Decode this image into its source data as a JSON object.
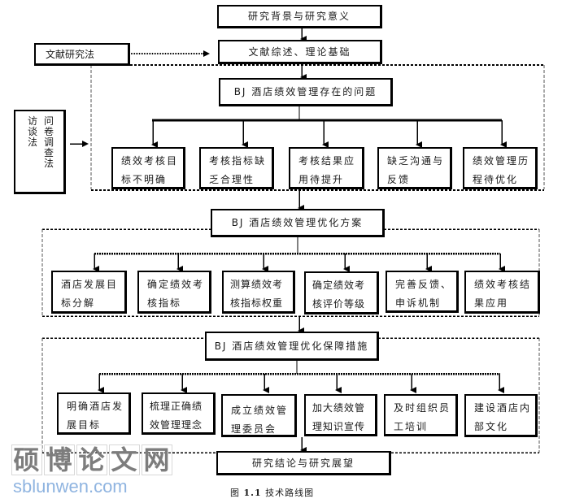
{
  "diagram": {
    "top_nodes": {
      "background": "研究背景与研究意义",
      "literature_review": "文献综述、理论基础"
    },
    "methods": {
      "literature_method": "文献研究法",
      "interview_method": "访谈法",
      "questionnaire_method": "问卷调查法"
    },
    "problems": {
      "title": "BJ 酒店绩效管理存在的问题",
      "items": [
        {
          "line1": "绩效考核目",
          "line2": "标不明确"
        },
        {
          "line1": "考核指标缺",
          "line2": "乏合理性"
        },
        {
          "line1": "考核结果应",
          "line2": "用待提升"
        },
        {
          "line1": "缺乏沟通与",
          "line2": "反馈"
        },
        {
          "line1": "绩效管理历",
          "line2": "程待优化"
        }
      ]
    },
    "optimization": {
      "title": "BJ 酒店绩效管理优化方案",
      "items": [
        {
          "line1": "酒店发展目",
          "line2": "标分解"
        },
        {
          "line1": "确定绩效考",
          "line2": "核指标"
        },
        {
          "line1": "测算绩效考",
          "line2": "核指标权重"
        },
        {
          "line1": "确定绩效考",
          "line2": "核评价等级"
        },
        {
          "line1": "完善反馈、",
          "line2": "申诉机制"
        },
        {
          "line1": "绩效考核结",
          "line2": "果应用"
        }
      ]
    },
    "safeguards": {
      "title": "BJ 酒店绩效管理优化保障措施",
      "items": [
        {
          "line1": "明确酒店发",
          "line2": "展目标"
        },
        {
          "line1": "梳理正确绩",
          "line2": "效管理理念"
        },
        {
          "line1": "成立绩效管",
          "line2": "理委员会"
        },
        {
          "line1": "加大绩效管",
          "line2": "理知识宣传"
        },
        {
          "line1": "及时组织员",
          "line2": "工培训"
        },
        {
          "line1": "建设酒店内",
          "line2": "部文化"
        }
      ]
    },
    "conclusion": "研究结论与研究展望"
  },
  "caption": {
    "prefix": "图",
    "number": "1.1",
    "title": "技术路线图"
  },
  "watermark": {
    "chars": [
      "硕",
      "博",
      "论",
      "文",
      "网"
    ],
    "url": "sblunwen.com"
  }
}
